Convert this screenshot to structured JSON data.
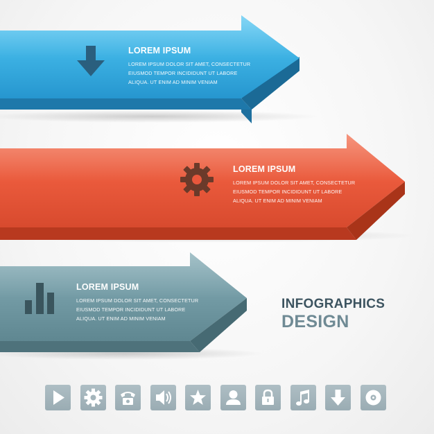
{
  "steps": [
    {
      "title": "LOREM IPSUM",
      "body": "LOREM IPSUM DOLOR SIT AMET, CONSECTETUR\nEIUSMOD TEMPOR INCIDIDUNT UT LABORE\nALIQUA. UT ENIM AD MINIM VENIAM",
      "icon": "download-arrow-icon",
      "color": "#3aaee0"
    },
    {
      "title": "LOREM IPSUM",
      "body": "LOREM IPSUM DOLOR SIT AMET, CONSECTETUR\nEIUSMOD TEMPOR INCIDIDUNT UT LABORE\nALIQUA. UT ENIM AD MINIM VENIAM",
      "icon": "gear-icon",
      "color": "#e9573c"
    },
    {
      "title": "LOREM IPSUM",
      "body": "LOREM IPSUM DOLOR SIT AMET, CONSECTETUR\nEIUSMOD TEMPOR INCIDIDUNT UT LABORE\nALIQUA. UT ENIM AD MINIM VENIAM",
      "icon": "bar-chart-icon",
      "color": "#6f9aa4"
    }
  ],
  "heading": {
    "line1": "INFOGRAPHICS",
    "line2": "DESIGN"
  },
  "icon_row": [
    "play-icon",
    "gear-icon",
    "telephone-icon",
    "speaker-icon",
    "star-icon",
    "user-icon",
    "lock-icon",
    "music-note-icon",
    "download-arrow-icon",
    "disc-icon"
  ]
}
